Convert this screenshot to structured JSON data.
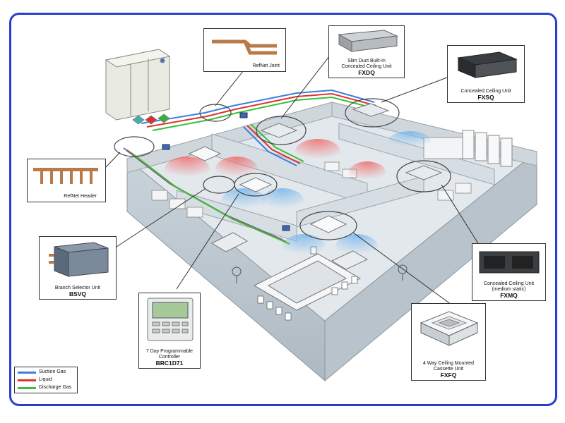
{
  "callouts": {
    "refnet_joint": {
      "label": "RefNet Joint"
    },
    "slim_duct": {
      "line1": "Slim Duct Built-In",
      "line2": "Concealed Ceiling Unit",
      "code": "FXDQ"
    },
    "concealed_fxsq": {
      "line1": "Concealed Ceiling Unit",
      "code": "FXSQ"
    },
    "refnet_header": {
      "label": "RefNet Header"
    },
    "branch_selector": {
      "line1": "Branch Selector Unit",
      "code": "BSVQ"
    },
    "concealed_fxmq": {
      "line1": "Concealed Ceiling Unit",
      "line2": "(medium static)",
      "code": "FXMQ"
    },
    "controller": {
      "line1": "7 Day Programmable",
      "line2": "Controller",
      "code": "BRC1D71"
    },
    "cassette": {
      "line1": "4 Way Ceiling Mounted",
      "line2": "Cassette Unit",
      "code": "FXFQ"
    }
  },
  "legend": [
    {
      "label": "Suction Gas",
      "color": "#3b7fe0"
    },
    {
      "label": "Liquid",
      "color": "#e03030"
    },
    {
      "label": "Discharge Gas",
      "color": "#38c038"
    }
  ],
  "colors": {
    "frame": "#2a3fd0",
    "cool_air": "#8fc4f0",
    "warm_air": "#f08a8a"
  }
}
